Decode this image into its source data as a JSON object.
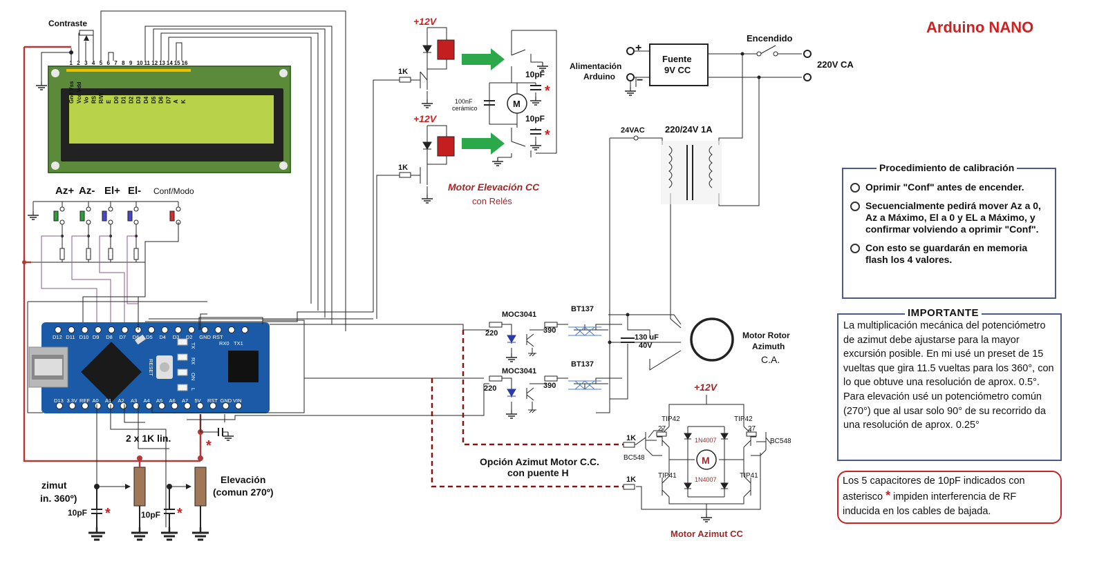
{
  "title": "Arduino NANO",
  "lcd": {
    "contrast_label": "Contraste",
    "pin_numbers": [
      "1",
      "2",
      "3",
      "4",
      "5",
      "6",
      "7",
      "8",
      "9",
      "10",
      "11",
      "12",
      "13",
      "14",
      "15",
      "16"
    ],
    "pin_names": [
      "Gnd Vss",
      "Vcc Vdd",
      "Vo",
      "RS",
      "R/W",
      "E",
      "D0",
      "D1",
      "D2",
      "D3",
      "D4",
      "D5",
      "D6",
      "D7",
      "A",
      "K"
    ]
  },
  "buttons": {
    "labels": [
      "Az+",
      "Az-",
      "El+",
      "El-"
    ],
    "conf_label": "Conf/Modo",
    "colors": [
      "#2e9e3a",
      "#2e9e3a",
      "#4848c8",
      "#4848c8",
      "#d03030"
    ]
  },
  "nano": {
    "top_pins": [
      "D12",
      "D11",
      "D10",
      "D9",
      "D8",
      "D7",
      "D6",
      "D5",
      "D4",
      "D3",
      "D2",
      "GND",
      "RST",
      "RX0",
      "TX1"
    ],
    "bottom_pins": [
      "D13",
      "3.3V",
      "REF",
      "A0",
      "A1",
      "A2",
      "A3",
      "A4",
      "A5",
      "A6",
      "A7",
      "5V",
      "RST",
      "GND",
      "VIN"
    ],
    "leds": [
      "TX",
      "RX",
      "ON",
      "L"
    ],
    "reset": "RESET",
    "rx_label": "RX0",
    "tx_label": "TX1"
  },
  "relay_section": {
    "v12_top": "+12V",
    "v12_mid": "+12V",
    "res_1k_a": "1K",
    "res_1k_b": "1K",
    "cap_10pf_a": "10pF",
    "cap_10pf_b": "10pF",
    "cap_100nf_1": "100nF",
    "cap_100nf_2": "cerámico",
    "motor": "M",
    "title": "Motor Elevación CC",
    "subtitle": "con Relés"
  },
  "power": {
    "supply_label_1": "Alimentación",
    "supply_label_2": "Arduino",
    "psu_1": "Fuente",
    "psu_2": "9V CC",
    "switch_label": "Encendido",
    "ac_label": "220V CA",
    "transformer_label": "220/24V 1A",
    "ac24_label": "24VAC",
    "plus": "+",
    "minus": "−"
  },
  "triac_section": {
    "moc_a": "MOC3041",
    "moc_b": "MOC3041",
    "bt_a": "BT137",
    "bt_b": "BT137",
    "r220_a": "220",
    "r220_b": "220",
    "r390_a": "390",
    "r390_b": "390",
    "cap_1": "130 uF",
    "cap_2": "40V",
    "motor_1": "Motor Rotor",
    "motor_2": "Azimuth",
    "motor_3": "C.A."
  },
  "hbridge": {
    "v12": "+12V",
    "tip42_a": "TIP42",
    "tip42_b": "TIP42",
    "tip41_a": "TIP41",
    "tip41_b": "TIP41",
    "bc548_a": "BC548",
    "bc548_b": "BC548",
    "r27_a": "27",
    "r27_b": "27",
    "r1k_a": "1K",
    "r1k_b": "1K",
    "diode_a": "1N4007",
    "diode_b": "1N4007",
    "motor": "M",
    "title": "Motor Azimut CC",
    "option_1": "Opción Azimut Motor C.C.",
    "option_2": "con puente H"
  },
  "pots": {
    "lin_label": "2 x 1K lin.",
    "az_1": "zimut",
    "az_2": "in. 360º)",
    "el_1": "Elevación",
    "el_2": "(comun 270º)",
    "cap_a": "10pF",
    "cap_b": "10pF"
  },
  "calibration": {
    "title": "Procedimiento de calibración",
    "items": [
      "Oprimir \"Conf\" antes de encender.",
      "Secuencialmente  pedirá mover Az a 0, Az a Máximo, El a 0 y EL a Máximo, y confirmar volviendo a oprimir \"Conf\".",
      "Con esto se guardarán en memoria flash los 4 valores."
    ]
  },
  "important": {
    "title": "IMPORTANTE",
    "text": "La multiplicación mecánica del potenciómetro de azimut debe ajustarse para la mayor excursión posible. En mi usé un preset de 15 vueltas que gira 11.5 vueltas para los 360°, con lo que obtuve una resolución de aprox. 0.5°. Para elevación usé un potenciómetro común (270°) que al usar solo 90° de su recorrido da una resolución de aprox. 0.25°"
  },
  "rf_note": {
    "before": "Los 5 capacitores de 10pF indicados con asterisco",
    "asterisk": "*",
    "after": "impiden interferencia de RF inducida en los cables de bajada."
  },
  "colors": {
    "wire": "#222222",
    "power_wire": "#b03a3a",
    "red_text": "#cc2222",
    "lcd_pcb": "#5a8a3a",
    "lcd_screen": "#b8d24a",
    "nano_pcb": "#1a5aa6",
    "box_border": "#4a5a88"
  }
}
